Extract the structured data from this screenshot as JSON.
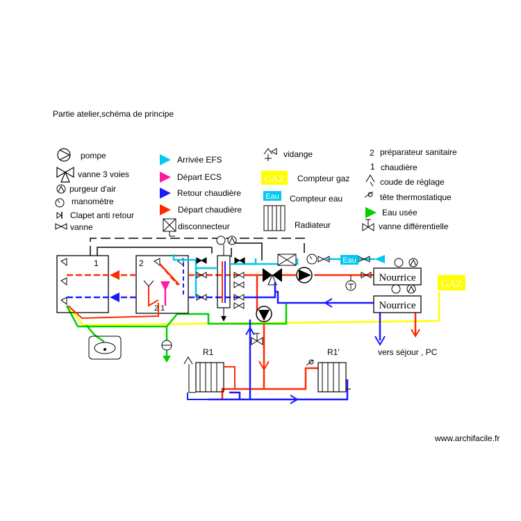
{
  "title": "Partie atelier,schéma de principe",
  "footer": "www.archifacile.fr",
  "colors": {
    "hot": "#ff2a00",
    "return": "#1a1aff",
    "cold": "#00c8f0",
    "ecs": "#ff1aa0",
    "gas": "#ffff00",
    "waste": "#00d000",
    "line": "#000000"
  },
  "legend": {
    "col1": {
      "pompe": "pompe",
      "vanne3": "vanne 3 voies",
      "purgeur": "purgeur d'air",
      "manometre": "manomètre",
      "clapet": "Clapet anti retour",
      "vanne": "vanne"
    },
    "col2": {
      "efs": "Arrivée EFS",
      "ecs": "Départ ECS",
      "retour": "Retour chaudière",
      "depart": "Départ chaudière",
      "disconnecteur": "disconnecteur"
    },
    "col3": {
      "vidange": "vidange",
      "gaz_symbol": "GAZ",
      "gaz": "Compteur gaz",
      "eau_symbol": "Eau",
      "eau": "Compteur eau",
      "radiateur": "Radiateur"
    },
    "col4": {
      "prep_num": "2",
      "prep": "préparateur sanitaire",
      "chaud_num": "1",
      "chaud": "chaudière",
      "coude": "coude de réglage",
      "tete": "tête thermostatique",
      "usee": "Eau usée",
      "vdiff": "vanne différentielle"
    }
  },
  "diagram": {
    "boiler_num": "1",
    "tank_num": "2",
    "tank_bottom_num": "2 1",
    "eau_meter": "Eau",
    "nourrice1": "Nourrice",
    "nourrice2": "Nourrice",
    "gaz_meter": "GAZ",
    "sejour": "vers séjour , PC",
    "r1": "R1",
    "r1p": "R1'"
  }
}
